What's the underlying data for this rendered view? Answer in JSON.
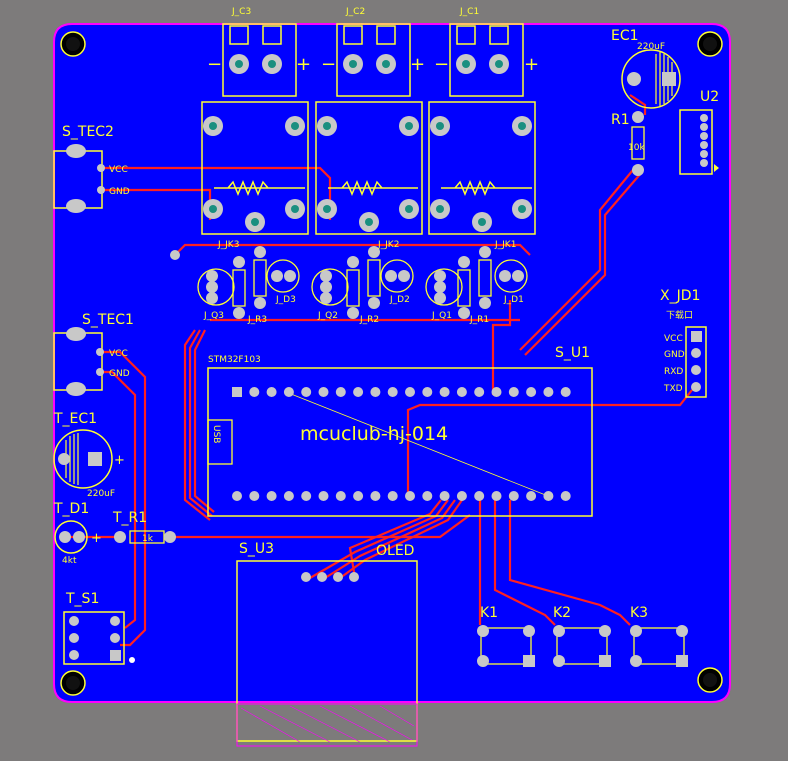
{
  "colors": {
    "background": "#7d7b7b",
    "board": "#0000ff",
    "board_edge": "#ff00ff",
    "copper_trace": "#ff2020",
    "silkscreen": "#ffff33",
    "pad": "#c8c8c8",
    "via_hole": "#1a8f80"
  },
  "designators": {
    "ec1": "EC1",
    "ec1_value": "220uF",
    "u2": "U2",
    "r1": "R1",
    "r1_value": "10k",
    "s_tec2": "S_TEC2",
    "s_tec1": "S_TEC1",
    "t_ec1": "T_EC1",
    "t_ec1_value": "220uF",
    "t_d1": "T_D1",
    "t_d1_value": "4kt",
    "t_r1": "T_R1",
    "t_r1_value": "1k",
    "t_s1": "T_S1",
    "s_u3": "S_U3",
    "oled": "OLED",
    "s_u1": "S_U1",
    "s_u1_top_text": "STM32F103",
    "x_jd1": "X_JD1",
    "x_jd1_sub": "下载口",
    "k1": "K1",
    "k2": "K2",
    "k3": "K3",
    "usb": "USB",
    "board_title": "mcuclub-hj-014"
  },
  "pin_labels": {
    "tec_vcc": "VCC",
    "tec_gnd": "GND",
    "header_pins": [
      "VCC",
      "GND",
      "RXD",
      "TXD"
    ]
  },
  "relays": [
    {
      "name": "J_D3",
      "r": "J_R3",
      "q": "J_Q3",
      "cap": "J_C3",
      "jk": "J_JK3"
    },
    {
      "name": "J_D2",
      "r": "J_R2",
      "q": "J_Q2",
      "cap": "J_C2",
      "jk": "J_JK2"
    },
    {
      "name": "J_D1",
      "r": "J_R1",
      "q": "J_Q1",
      "cap": "J_C1",
      "jk": "J_JK1"
    }
  ],
  "terminal_signs": {
    "minus": "−",
    "plus": "+"
  }
}
